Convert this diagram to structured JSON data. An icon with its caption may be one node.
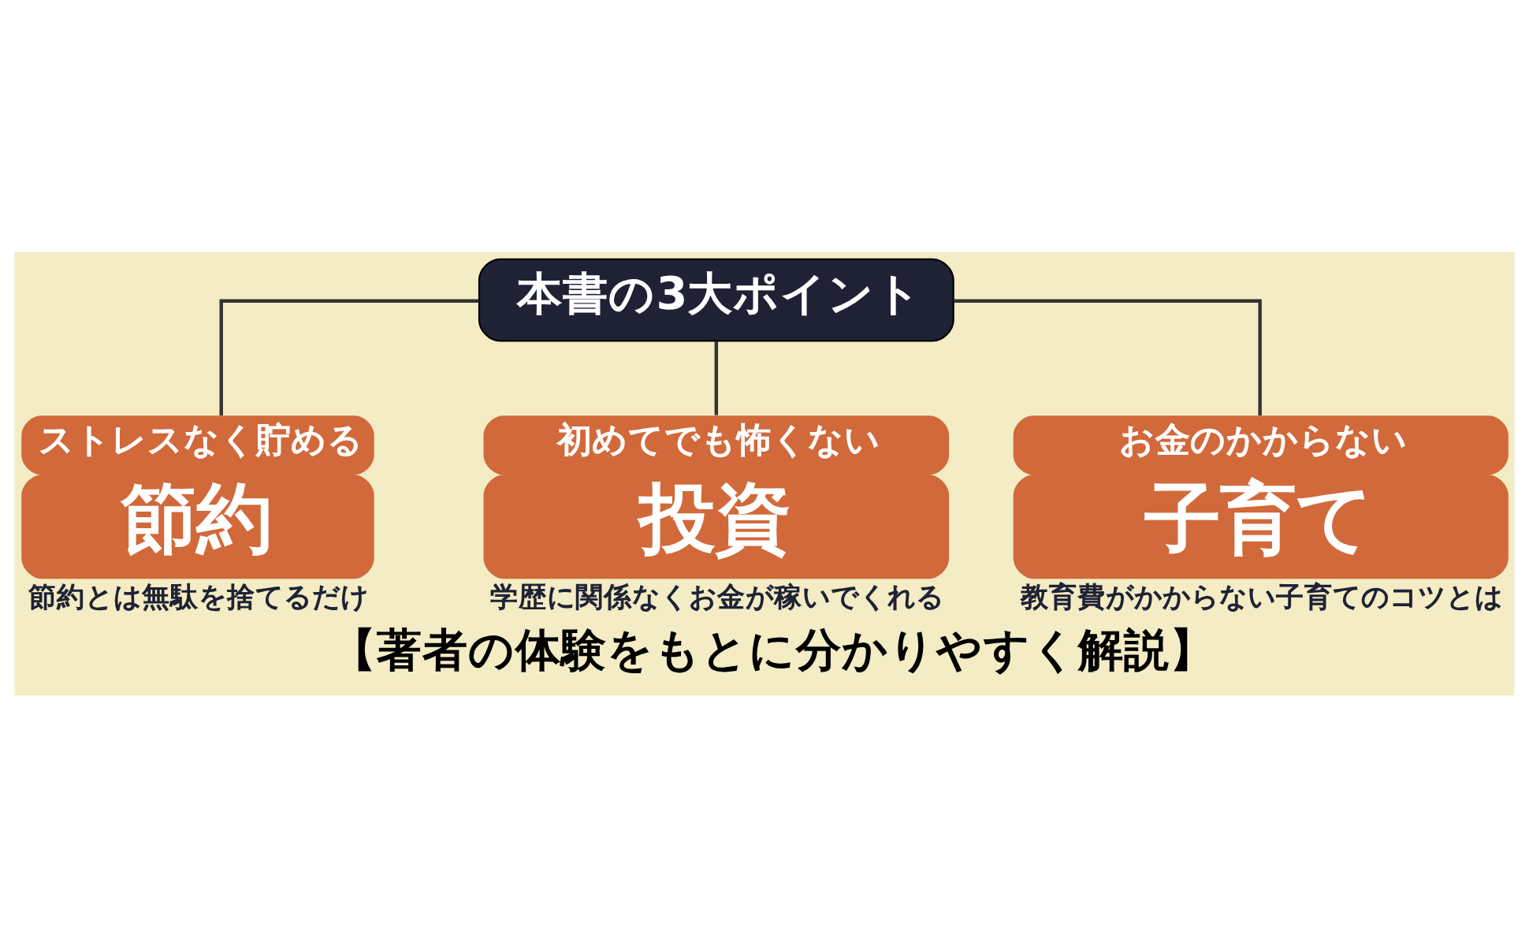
{
  "diagram": {
    "caption": "【著者の体験をもとに分かりやすく解説】",
    "nodes": [
      {
        "text": [
          "本書の3大ポイント"
        ]
      },
      {
        "text": [
          "ストレスなく貯める",
          "節約"
        ],
        "beside": [
          "節約とは無駄を捨てるだけ"
        ]
      },
      {
        "text": [
          "初めてでも怖くない",
          "投資"
        ],
        "beside": [
          "学歴に関係なくお金が稼いでくれる"
        ]
      },
      {
        "text": [
          "お金のかからない",
          "子育て"
        ],
        "beside": [
          "教育費がかからない子育てのコツとは"
        ]
      }
    ],
    "edges": [
      {
        "from": 0,
        "to": 1,
        "arrow": "none"
      },
      {
        "from": 0,
        "to": 2,
        "arrow": "none"
      },
      {
        "from": 0,
        "to": 3,
        "arrow": "none"
      }
    ]
  }
}
